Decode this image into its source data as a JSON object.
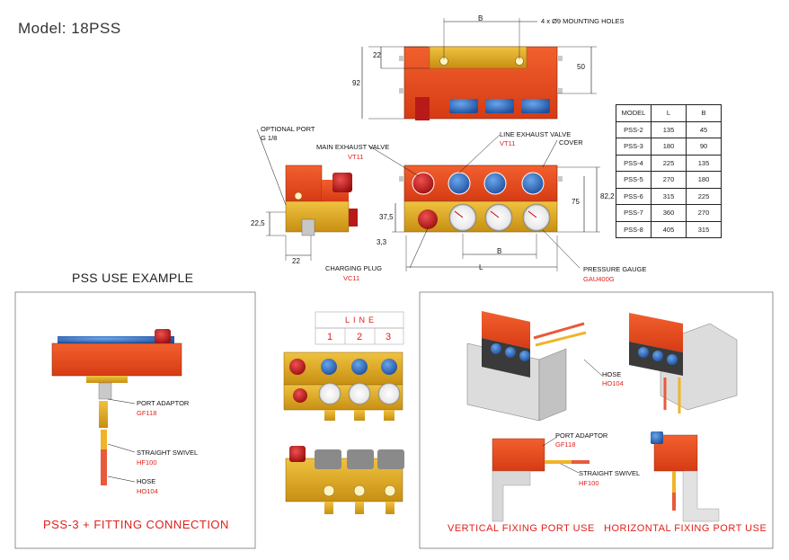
{
  "model_title": "Model: 18PSS",
  "example_title": "PSS USE EXAMPLE",
  "labels": {
    "mounting_holes": "4 x Ø9 MOUNTING HOLES",
    "optional_port": "OPTIONAL PORT",
    "optional_port_size": "G 1/8",
    "main_exhaust": "MAIN EXHAUST VALVE",
    "main_exhaust_code": "VT11",
    "line_exhaust": "LINE EXHAUST VALVE",
    "line_exhaust_code": "VT11",
    "cover": "COVER",
    "charging_plug": "CHARGING PLUG",
    "charging_plug_code": "VC11",
    "pressure_gauge": "PRESSURE GAUGE",
    "pressure_gauge_code": "GAU400G"
  },
  "dims": {
    "b_top": "B",
    "d22_top": "22",
    "d50": "50",
    "d92": "92",
    "d22_5": "22,5",
    "d22_side": "22",
    "d37_5": "37,5",
    "d3_3": "3,3",
    "d75": "75",
    "d82_2": "82,2",
    "b_front": "B",
    "l_front": "L"
  },
  "table": {
    "headers": [
      "MODEL",
      "L",
      "B"
    ],
    "rows": [
      [
        "PSS-2",
        "135",
        "45"
      ],
      [
        "PSS-3",
        "180",
        "90"
      ],
      [
        "PSS-4",
        "225",
        "135"
      ],
      [
        "PSS-5",
        "270",
        "180"
      ],
      [
        "PSS-6",
        "315",
        "225"
      ],
      [
        "PSS-7",
        "360",
        "270"
      ],
      [
        "PSS-8",
        "405",
        "315"
      ]
    ]
  },
  "example1": {
    "port_adaptor": "PORT ADAPTOR",
    "port_adaptor_code": "GF118",
    "straight_swivel": "STRAIGHT SWIVEL",
    "straight_swivel_code": "HF100",
    "hose": "HOSE",
    "hose_code": "HO104",
    "caption": "PSS-3 + FITTING CONNECTION"
  },
  "example2": {
    "line_header": "LINE",
    "line_numbers": [
      "1",
      "2",
      "3"
    ]
  },
  "example3": {
    "hose": "HOSE",
    "hose_code": "HO104",
    "port_adaptor": "PORT ADAPTOR",
    "port_adaptor_code": "GF118",
    "straight_swivel": "STRAIGHT SWIVEL",
    "straight_swivel_code": "HF100",
    "caption_vertical": "VERTICAL FIXING PORT USE",
    "caption_horizontal": "HORIZONTAL FIXING PORT USE"
  },
  "colors": {
    "body_red": "#e8401c",
    "brass": "#d9a21e",
    "valve_blue": "#2e6fc0",
    "valve_red": "#c81818",
    "accent_red": "#e0201a"
  }
}
